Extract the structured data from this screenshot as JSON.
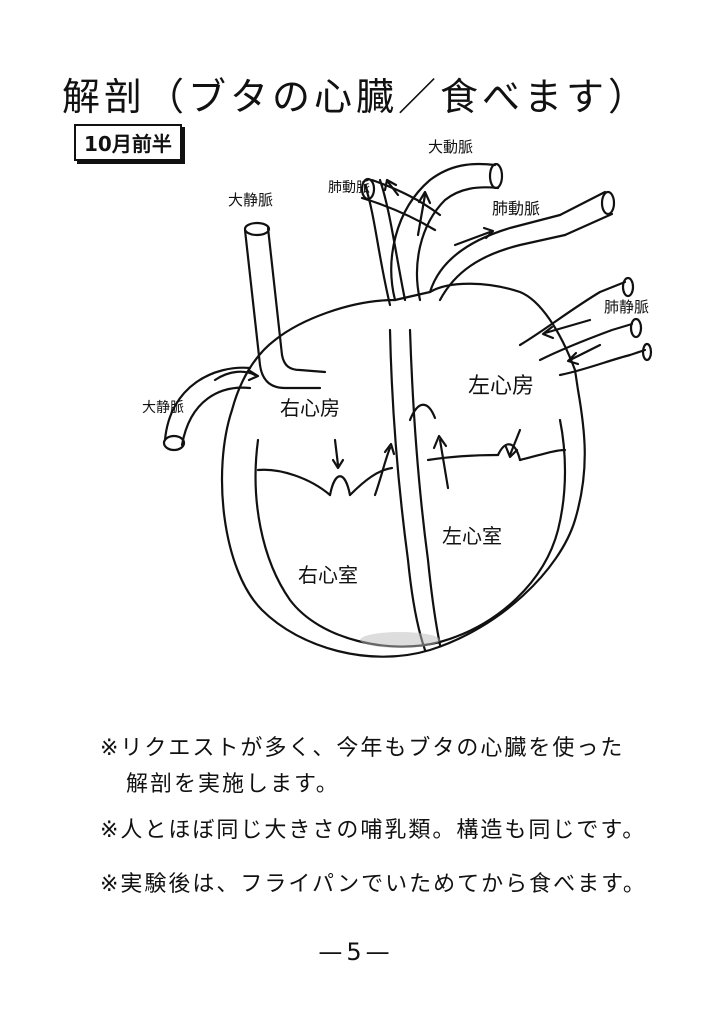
{
  "title": "解剖（ブタの心臓／食べます）",
  "date_tag": "10月前半",
  "diagram": {
    "labels": {
      "aorta": "大動脈",
      "pulmonary_artery": "肺動脈",
      "pulmonary_artery_right": "肺動脈",
      "vena_cava_upper": "大静脈",
      "vena_cava_lower": "大静脈",
      "pulmonary_vein": "肺静脈",
      "right_atrium": "右心房",
      "left_atrium": "左心房",
      "right_ventricle": "右心室",
      "left_ventricle": "左心室"
    }
  },
  "notes": [
    "※リクエストが多く、今年もブタの心臓を使った",
    "解剖を実施します。",
    "※人とほぼ同じ大きさの哺乳類。構造も同じです。",
    "※実験後は、フライパンでいためてから食べます。"
  ],
  "page_number": "—5—"
}
